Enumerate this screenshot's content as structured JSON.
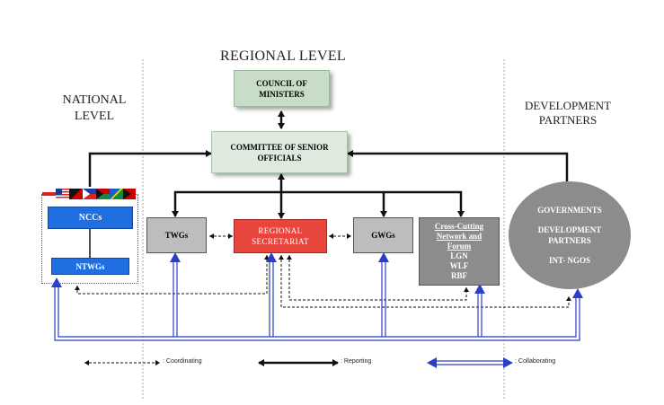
{
  "headings": {
    "regional": "REGIONAL LEVEL",
    "national_line1": "NATIONAL",
    "national_line2": "LEVEL",
    "dev_line1": "DEVELOPMENT",
    "dev_line2": "PARTNERS"
  },
  "boxes": {
    "council": [
      "COUNCIL OF",
      "MINISTERS"
    ],
    "cso": [
      "COMMITTEE OF SENIOR",
      "OFFICIALS"
    ],
    "nccs": "NCCs",
    "ntwgs": "NTWGs",
    "twgs": "TWGs",
    "secretariat": [
      "REGIONAL",
      "SECRETARIAT"
    ],
    "gwgs": "GWGs",
    "crosscutting_title": [
      "Cross-Cutting",
      "Network and",
      "Forum"
    ],
    "crosscutting_items": [
      "LGN",
      "WLF",
      "RBF"
    ],
    "partners": [
      "GOVERNMENTS",
      "DEVELOPMENT",
      "PARTNERS",
      "INT- NGOS"
    ]
  },
  "legend": {
    "coordinating": ": Coordinating",
    "reporting": ": Reporting",
    "collaborating": ": Collaborating"
  },
  "colors": {
    "green_fill": "#dfe9df",
    "green_dark": "#c6d6c6",
    "blue": "#1f6fe0",
    "red": "#e8463c",
    "gray": "#bdbdbd",
    "dark_gray": "#8a8a8a",
    "ellipse": "#8c8c8c",
    "collab_arrow": "#2a3ec8"
  }
}
